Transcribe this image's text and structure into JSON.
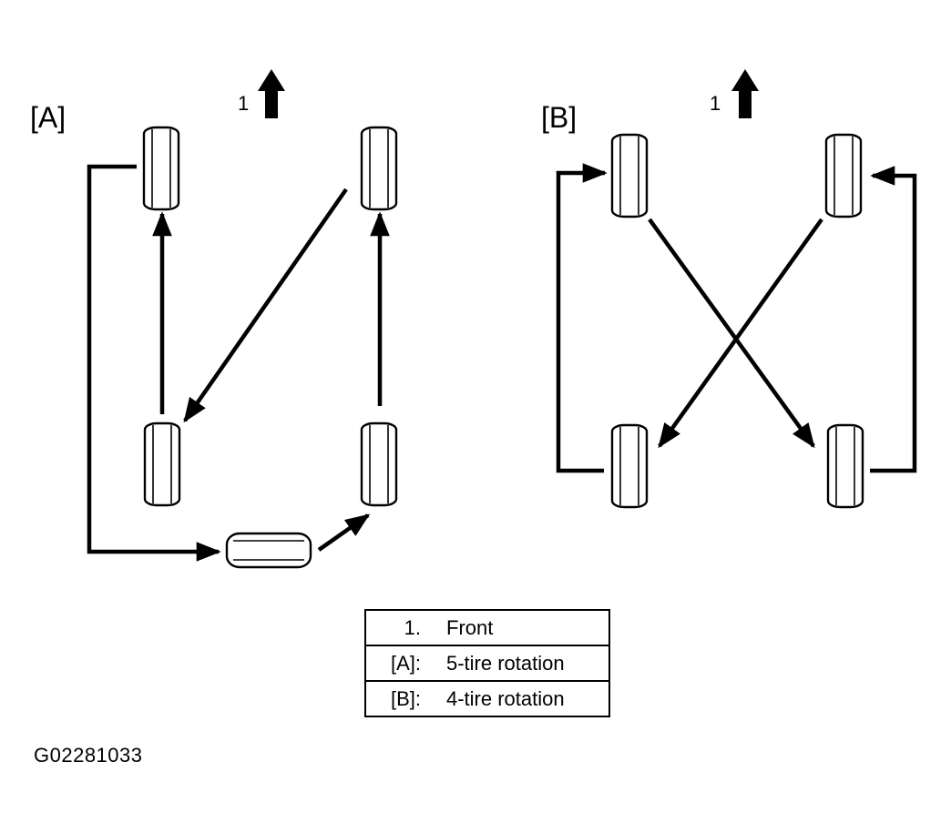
{
  "panels": [
    {
      "tag": "[A]",
      "front_number": "1"
    },
    {
      "tag": "[B]",
      "front_number": "1"
    }
  ],
  "legend": [
    {
      "key": "1.",
      "desc": "Front"
    },
    {
      "key": "[A]:",
      "desc": "5-tire rotation"
    },
    {
      "key": "[B]:",
      "desc": "4-tire rotation"
    }
  ],
  "figure_code": "G02281033"
}
